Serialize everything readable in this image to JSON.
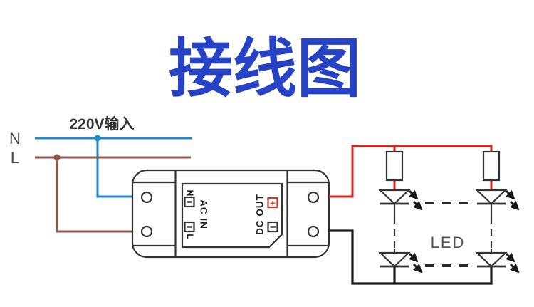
{
  "title": "接线图",
  "colors": {
    "title": "#2642c5",
    "neutral_wire": "#1d87d2",
    "live_wire": "#8d5a49",
    "positive_wire": "#dd241b",
    "negative_wire": "#1a1a1a",
    "terminal_positive": "#c0392b",
    "outline": "#333333"
  },
  "ac_input": {
    "label": "220V输入",
    "neutral": "N",
    "live": "L"
  },
  "module": {
    "ac_in": {
      "label": "AC IN",
      "neutral_terminal": "N",
      "live_terminal": "L"
    },
    "dc_out": {
      "label": "DC OUT",
      "positive_terminal": "+",
      "negative_terminal": "-"
    }
  },
  "load": {
    "label": "LED"
  }
}
